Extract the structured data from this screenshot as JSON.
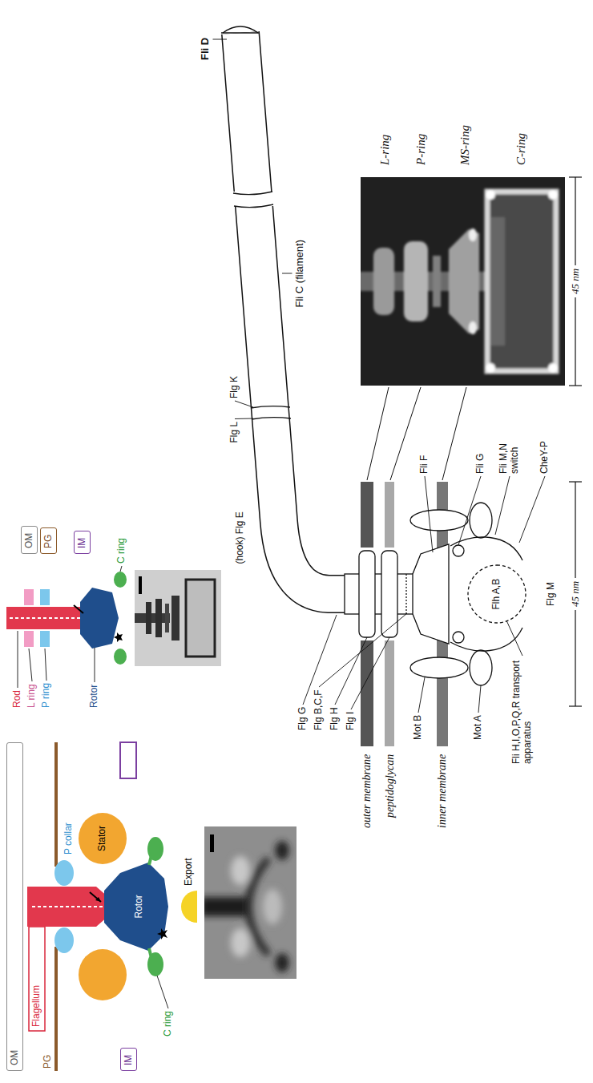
{
  "diagram": {
    "nodes": [
      {
        "text": [
          "OM"
        ]
      },
      {
        "text": [
          "IM"
        ]
      },
      {
        "text": [
          "OM"
        ]
      },
      {
        "text": [
          "PG"
        ]
      },
      {
        "text": [
          "IM"
        ]
      }
    ],
    "labels": [
      "Flagellum",
      "PG",
      "P collar",
      "Stator",
      "Rotor",
      "C ring",
      "Export",
      "Rod",
      "L ring",
      "P ring",
      "Rotor",
      "C ring",
      "Fli D",
      "Fli C (filament)",
      "Flg L",
      "Flg K",
      "(hook) Flg E",
      "Flg G",
      "Flg B,C,F",
      "Flg H",
      "Flg I",
      "outer membrane",
      "peptidoglycan",
      "inner membrane",
      "Mot B",
      "Mot A",
      "Fli H,I,O,P,Q,R transport apparatus",
      "Flh A,B",
      "Flg M",
      "Fli F",
      "Fli G",
      "Fli M,N switch",
      "CheY-P",
      "45 nm",
      "45 nm",
      "L-ring",
      "P-ring",
      "MS-ring",
      "C-ring"
    ]
  }
}
